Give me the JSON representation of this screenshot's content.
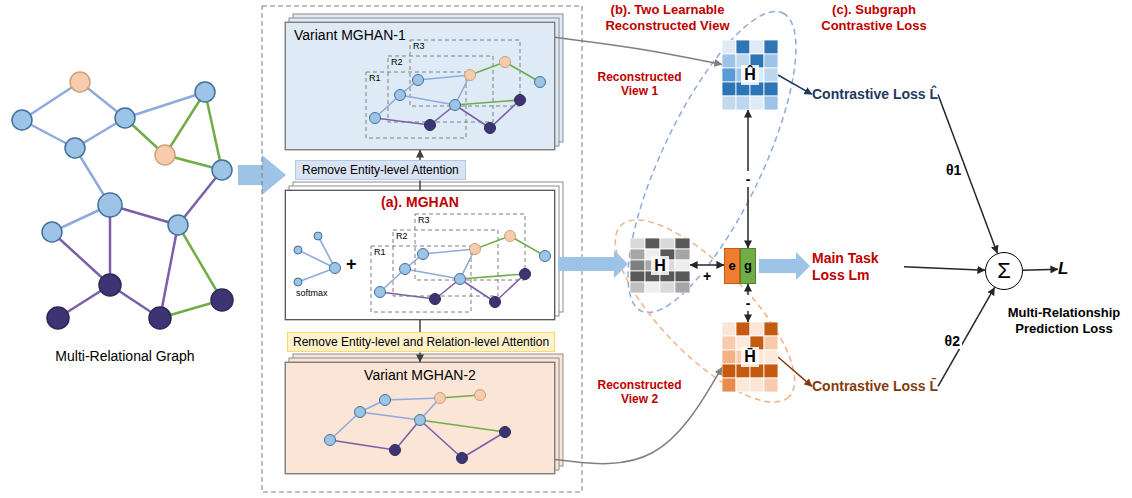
{
  "diagram": {
    "nodes": [
      {
        "text": [
          "Variant MGHAN-1"
        ]
      },
      {
        "text": [
          "(a). MGHAN"
        ]
      },
      {
        "text": [
          "Variant MGHAN-2"
        ]
      },
      {
        "text": [
          "Remove Entity-level Attention"
        ]
      },
      {
        "text": [
          "Remove Entity-level and Relation-level Attention"
        ]
      },
      {
        "text": [
          "H"
        ]
      },
      {
        "text": [
          "e"
        ]
      },
      {
        "text": [
          "g"
        ]
      },
      {
        "text": [
          "Ĥ"
        ]
      },
      {
        "text": [
          "H̄"
        ]
      },
      {
        "text": [
          "Contrastive Loss L̂"
        ]
      },
      {
        "text": [
          "Main Task Loss Lm"
        ]
      },
      {
        "text": [
          "Contrastive Loss L̄"
        ]
      },
      {
        "text": [
          "Σ"
        ]
      },
      {
        "text": [
          "L"
        ]
      }
    ],
    "edges": [
      {
        "from": 1,
        "to": 3,
        "arrow": "none"
      },
      {
        "from": 3,
        "to": 0,
        "arrow": "to"
      },
      {
        "from": 1,
        "to": 4,
        "arrow": "none"
      },
      {
        "from": 4,
        "to": 2,
        "arrow": "to"
      },
      {
        "from": 0,
        "to": 8,
        "arrow": "to"
      },
      {
        "from": 2,
        "to": 9,
        "arrow": "to"
      },
      {
        "from": 1,
        "to": 5,
        "arrow": "to"
      },
      {
        "from": 5,
        "to": 6,
        "label": "+",
        "arrow": "both"
      },
      {
        "from": 8,
        "to": 7,
        "label": "-",
        "arrow": "both"
      },
      {
        "from": 9,
        "to": 7,
        "label": "-",
        "arrow": "both"
      },
      {
        "from": 7,
        "to": 11,
        "arrow": "to"
      },
      {
        "from": 8,
        "to": 10,
        "arrow": "to"
      },
      {
        "from": 9,
        "to": 12,
        "arrow": "to"
      },
      {
        "from": 10,
        "to": 13,
        "label": "θ1",
        "arrow": "to"
      },
      {
        "from": 11,
        "to": 13,
        "arrow": "to"
      },
      {
        "from": 12,
        "to": 13,
        "label": "θ2",
        "arrow": "to"
      },
      {
        "from": 13,
        "to": 14,
        "arrow": "to"
      }
    ],
    "labels": [
      "R1",
      "R2",
      "R3",
      "R1",
      "R2",
      "R3",
      "softmax",
      "+",
      "Multi-Relational Graph",
      "(b). Two Learnable Reconstructed View",
      "Reconstructed View 1",
      "Reconstructed View 2",
      "(c). Subgraph Contrastive Loss",
      "Multi-Relationship Prediction Loss"
    ]
  }
}
